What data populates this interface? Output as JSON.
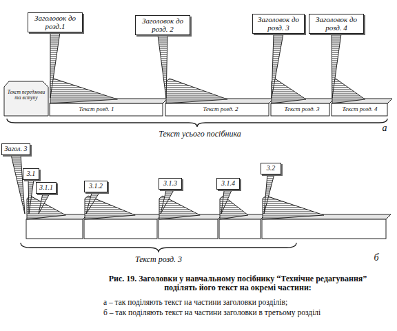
{
  "diagram": {
    "caption": "Рис. 19. Заголовки у навчальному посібнику “Технічне редагування” поділять його текст на окремі частини:",
    "nodes": [
      {
        "text": [
          "Заголовок до розд.1"
        ]
      },
      {
        "text": [
          "Заголовок до розд. 2"
        ]
      },
      {
        "text": [
          "Заголовок до розд. 3"
        ]
      },
      {
        "text": [
          "Заголовок до розд. 4"
        ]
      },
      {
        "text": [
          "Загол. 3"
        ]
      },
      {
        "text": [
          "3.1"
        ]
      },
      {
        "text": [
          "3.1.1"
        ]
      },
      {
        "text": [
          "3.1.2"
        ]
      },
      {
        "text": [
          "3.1.3"
        ]
      },
      {
        "text": [
          "3.1.4"
        ]
      },
      {
        "text": [
          "3.2"
        ]
      }
    ],
    "labels": [
      "Текст передмови та вступу",
      "Текст розд. 1",
      "Текст розд. 2",
      "Текст розд. 3",
      "Текст розд. 4",
      "Текст усього посібника",
      "а",
      "Текст розд. 3",
      "б",
      "а – так поділяють текст на частини заголовки розділів;",
      "б – так поділяють текст на частини заголовки в третьому розділі"
    ]
  }
}
